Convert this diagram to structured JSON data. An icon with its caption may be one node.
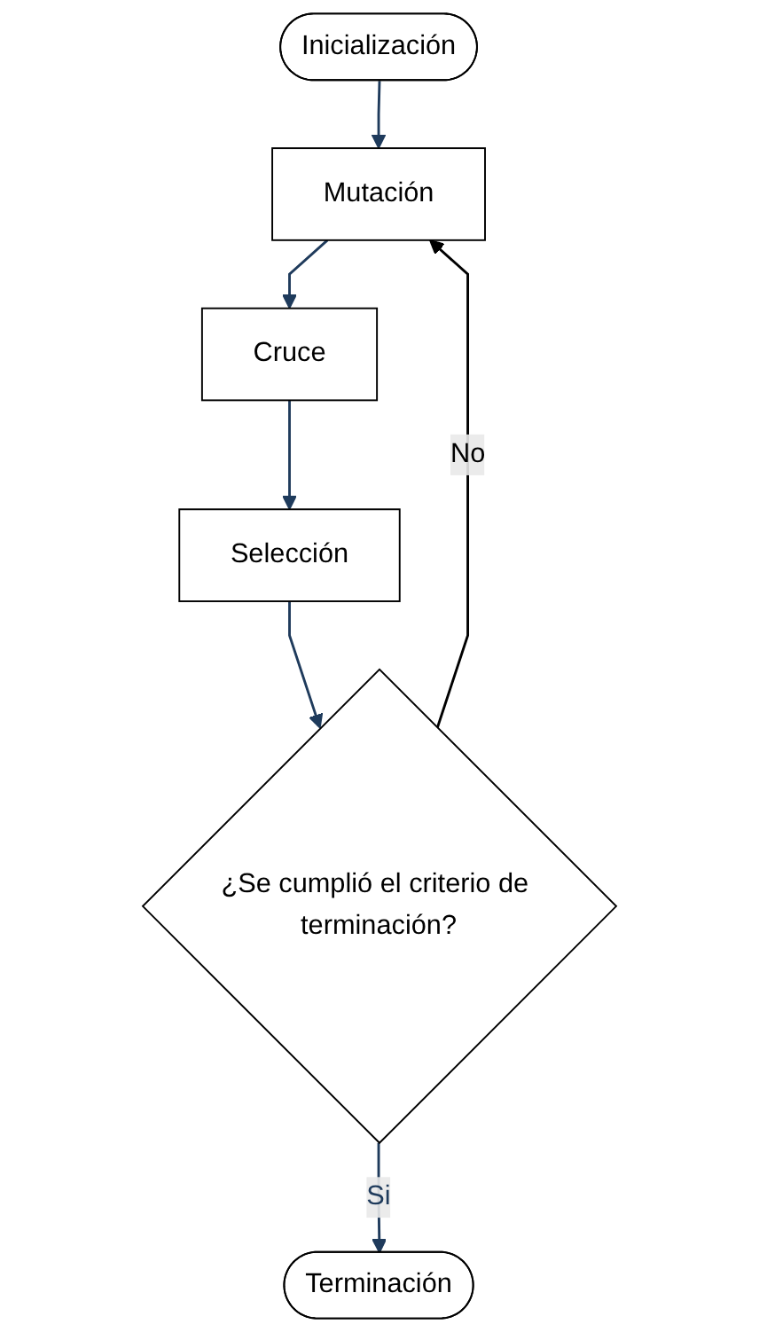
{
  "diagram": {
    "nodes": [
      {
        "text": [
          "Inicialización"
        ]
      },
      {
        "text": [
          "Mutación"
        ]
      },
      {
        "text": [
          "Cruce"
        ]
      },
      {
        "text": [
          "Selección"
        ]
      },
      {
        "text": [
          "¿Se cumplió el criterio de terminación?"
        ]
      },
      {
        "text": [
          "Terminación"
        ]
      }
    ],
    "edges": [
      {
        "from": 0,
        "to": 1,
        "arrow": "to"
      },
      {
        "from": 1,
        "to": 2,
        "arrow": "to"
      },
      {
        "from": 2,
        "to": 3,
        "arrow": "to"
      },
      {
        "from": 3,
        "to": 4,
        "arrow": "to"
      },
      {
        "from": 4,
        "to": 1,
        "arrow": "to",
        "label": "No",
        "color": "#000000"
      },
      {
        "from": 4,
        "to": 5,
        "arrow": "to",
        "label": "Si"
      }
    ]
  }
}
